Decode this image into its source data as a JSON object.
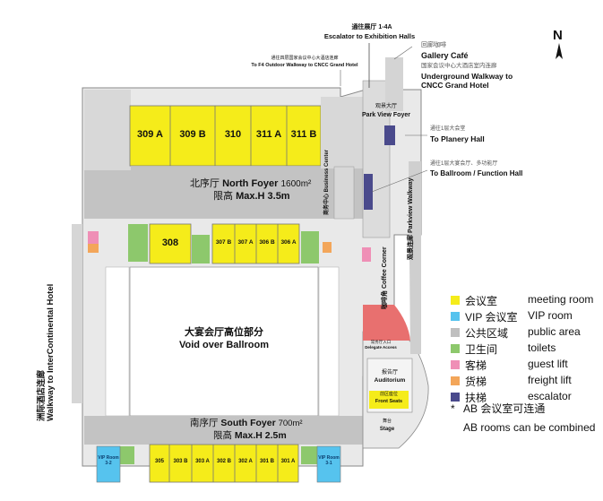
{
  "compass": {
    "label": "N"
  },
  "callouts": {
    "escalator_cn": "通往展厅 1-4A",
    "escalator_en": "Escalator to Exhibition Halls",
    "f4_cn": "通往四层国家会议中心大酒店连廊",
    "f4_en": "To F4 Outdoor Walkway to CNCC Grand Hotel",
    "cafe_cn": "回廊咖啡",
    "cafe_en": "Gallery Café",
    "underground_cn": "国家会议中心大酒店室内连廊",
    "underground_en1": "Underground Walkway to",
    "underground_en2": "CNCC Grand Hotel",
    "parkview_cn": "观景大厅",
    "parkview_en": "Park View Foyer",
    "planery_cn": "通往1层大会堂",
    "planery_en": "To Planery Hall",
    "ballroom_cn": "通往1层大宴会厅、多功能厅",
    "ballroom_en": "To Ballroom / Function Hall",
    "business_cn": "商务中心",
    "business_en": "Business Center",
    "parkway_cn": "观景连廊",
    "parkway_en": "Parkview Walkway",
    "coffee_cn": "咖啡角",
    "coffee_en": "Coffee Corner",
    "walkway_cn": "洲际酒店连廊",
    "walkway_en": "Walkway to InterContinental Hotel"
  },
  "areas": {
    "north_foyer_cn": "北序厅",
    "north_foyer_en": "North Foyer",
    "north_foyer_size": "1600m²",
    "north_height_cn": "限高",
    "north_height_en": "Max.H 3.5m",
    "void_cn": "大宴会厅高位部分",
    "void_en": "Void over Ballroom",
    "south_foyer_cn": "南序厅",
    "south_foyer_en": "South Foyer",
    "south_foyer_size": "700m²",
    "south_height_cn": "限高",
    "south_height_en": "Max.H 2.5m",
    "auditorium_cn": "报告厅",
    "auditorium_en": "Auditorium",
    "front_seats_cn": "前区座位",
    "front_seats_en": "Front Seats",
    "stage_cn": "舞台",
    "stage_en": "Stage",
    "surgeon_cn": "常务厅入口",
    "surgeon_en": "Delegate Access"
  },
  "rooms": {
    "r309a": "309 A",
    "r309b": "309 B",
    "r310": "310",
    "r311a": "311 A",
    "r311b": "311 B",
    "r308": "308",
    "r307b": "307 B",
    "r307a": "307 A",
    "r306b": "306 B",
    "r306a": "306 A",
    "r305": "305",
    "r303b": "303 B",
    "r303a": "303 A",
    "r302b": "302 B",
    "r302a": "302 A",
    "r301b": "301 B",
    "r301a": "301 A",
    "vip32": "VIP Room 3-2",
    "vip31": "VIP Room 3-1"
  },
  "legend": [
    {
      "cn": "会议室",
      "en": "meeting room",
      "color": "#f5ec1a"
    },
    {
      "cn": "VIP 会议室",
      "en": "VIP room",
      "color": "#56c3ee"
    },
    {
      "cn": "公共区域",
      "en": "public area",
      "color": "#bfbfbf"
    },
    {
      "cn": "卫生间",
      "en": "toilets",
      "color": "#8dc86c"
    },
    {
      "cn": "客梯",
      "en": "guest lift",
      "color": "#ef8fb6"
    },
    {
      "cn": "货梯",
      "en": "freight lift",
      "color": "#f3a65a"
    },
    {
      "cn": "扶梯",
      "en": "escalator",
      "color": "#4a4a8c"
    }
  ],
  "note": {
    "star": "*",
    "cn": "AB 会议室可连通",
    "en": "AB  rooms can be combined"
  }
}
